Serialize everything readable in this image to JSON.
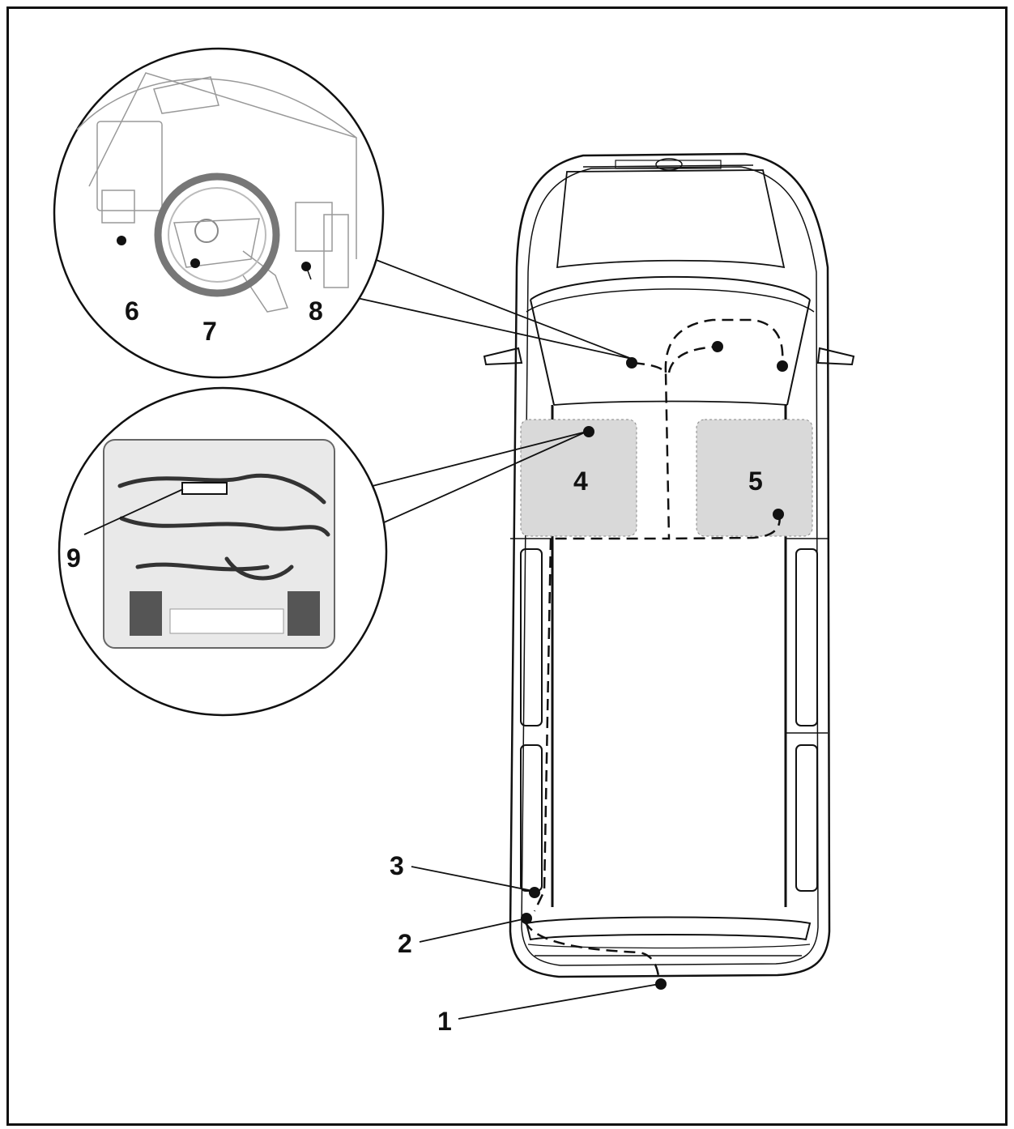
{
  "callouts": {
    "c1": "1",
    "c2": "2",
    "c3": "3",
    "c4": "4",
    "c5": "5",
    "c6": "6",
    "c7": "7",
    "c8": "8",
    "c9": "9"
  },
  "colors": {
    "line": "#111111",
    "seat_fill": "#d9d9d9",
    "inset_bg": "#e9e9e9"
  }
}
